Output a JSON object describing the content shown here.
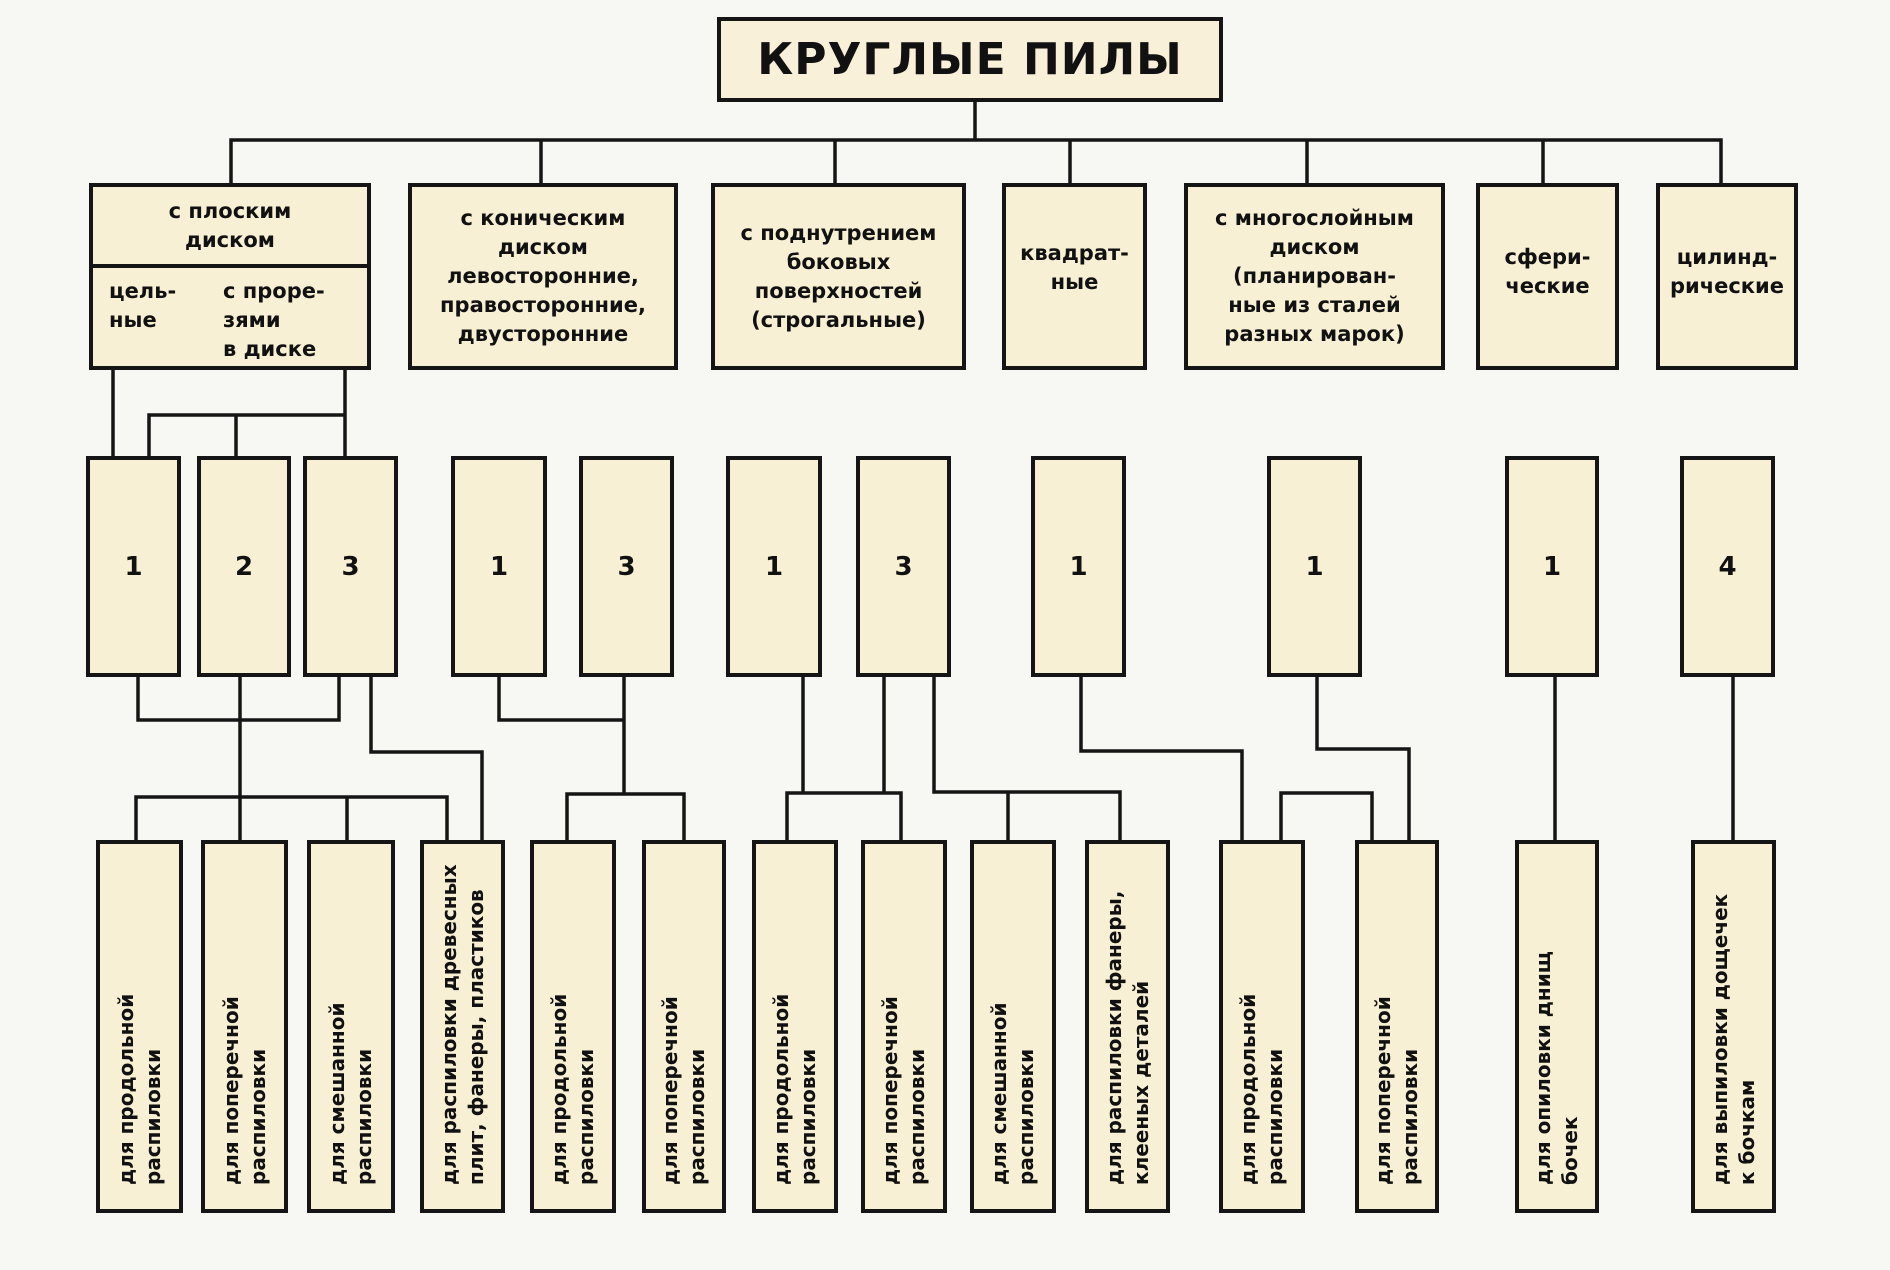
{
  "title": "КРУГЛЫЕ ПИЛЫ",
  "colors": {
    "box_fill": "#f8f0d4",
    "border": "#151515",
    "background": "#f7f7f4"
  },
  "categories": {
    "flat": {
      "header": "с плоским\nдиском",
      "sub_solid": "цель-\nные",
      "sub_slotted": "с проре-\nзями\nв диске"
    },
    "conical": "с коническим\nдиском\nлевосторонние,\nправосторонние,\nдвусторонние",
    "undercut": "с поднутрением\nбоковых\nповерхностей\n(строгальные)",
    "square": "квадрат-\nные",
    "multilayer": "с многослойным\nдиском\n(планирован-\nные из сталей\nразных марок)",
    "spherical": "сфери-\nческие",
    "cylindrical": "цилинд-\nрические"
  },
  "numbers": [
    "1",
    "2",
    "3",
    "1",
    "3",
    "1",
    "3",
    "1",
    "1",
    "1",
    "4"
  ],
  "purposes": [
    "для продольной\nраспиловки",
    "для поперечной\nраспиловки",
    "для смешанной\nраспиловки",
    "для распиловки древесных\nплит, фанеры, пластиков",
    "для продольной\nраспиловки",
    "для поперечной\nраспиловки",
    "для продольной\nраспиловки",
    "для поперечной\nраспиловки",
    "для смешанной\nраспиловки",
    "для распиловки фанеры,\nклееных деталей",
    "для продольной\nраспиловки",
    "для поперечной\nраспиловки",
    "для опиловки днищ\nбочек",
    "для выпиловки дощечек\nк бочкам"
  ]
}
